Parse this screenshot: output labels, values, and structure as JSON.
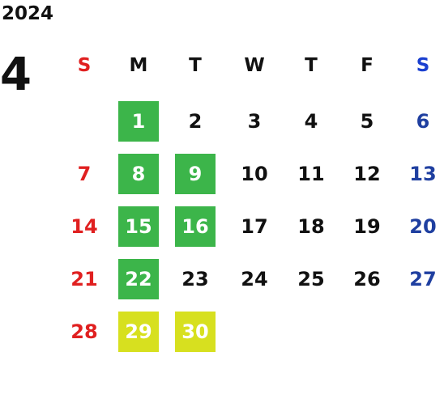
{
  "calendar": {
    "year": "2024",
    "month": "4",
    "colors": {
      "sunday": "#e02020",
      "saturday": "#1f3fa0",
      "weekday": "#111111",
      "highlight_green": "#3cb54a",
      "highlight_yellow": "#d7e01f"
    },
    "weekday_headers": [
      {
        "label": "S",
        "color": "#e02020"
      },
      {
        "label": "M",
        "color": "#111111"
      },
      {
        "label": "T",
        "color": "#111111"
      },
      {
        "label": "W",
        "color": "#111111"
      },
      {
        "label": "T",
        "color": "#111111"
      },
      {
        "label": "F",
        "color": "#111111"
      },
      {
        "label": "S",
        "color": "#1a3fd0"
      }
    ],
    "weeks": [
      [
        null,
        {
          "day": "1",
          "highlight": "green"
        },
        {
          "day": "2"
        },
        {
          "day": "3"
        },
        {
          "day": "4"
        },
        {
          "day": "5"
        },
        {
          "day": "6"
        }
      ],
      [
        {
          "day": "7"
        },
        {
          "day": "8",
          "highlight": "green"
        },
        {
          "day": "9",
          "highlight": "green"
        },
        {
          "day": "10"
        },
        {
          "day": "11"
        },
        {
          "day": "12"
        },
        {
          "day": "13"
        }
      ],
      [
        {
          "day": "14"
        },
        {
          "day": "15",
          "highlight": "green"
        },
        {
          "day": "16",
          "highlight": "green"
        },
        {
          "day": "17"
        },
        {
          "day": "18"
        },
        {
          "day": "19"
        },
        {
          "day": "20"
        }
      ],
      [
        {
          "day": "21"
        },
        {
          "day": "22",
          "highlight": "green"
        },
        {
          "day": "23"
        },
        {
          "day": "24"
        },
        {
          "day": "25"
        },
        {
          "day": "26"
        },
        {
          "day": "27"
        }
      ],
      [
        {
          "day": "28"
        },
        {
          "day": "29",
          "highlight": "yellow"
        },
        {
          "day": "30",
          "highlight": "yellow"
        },
        null,
        null,
        null,
        null
      ]
    ]
  }
}
